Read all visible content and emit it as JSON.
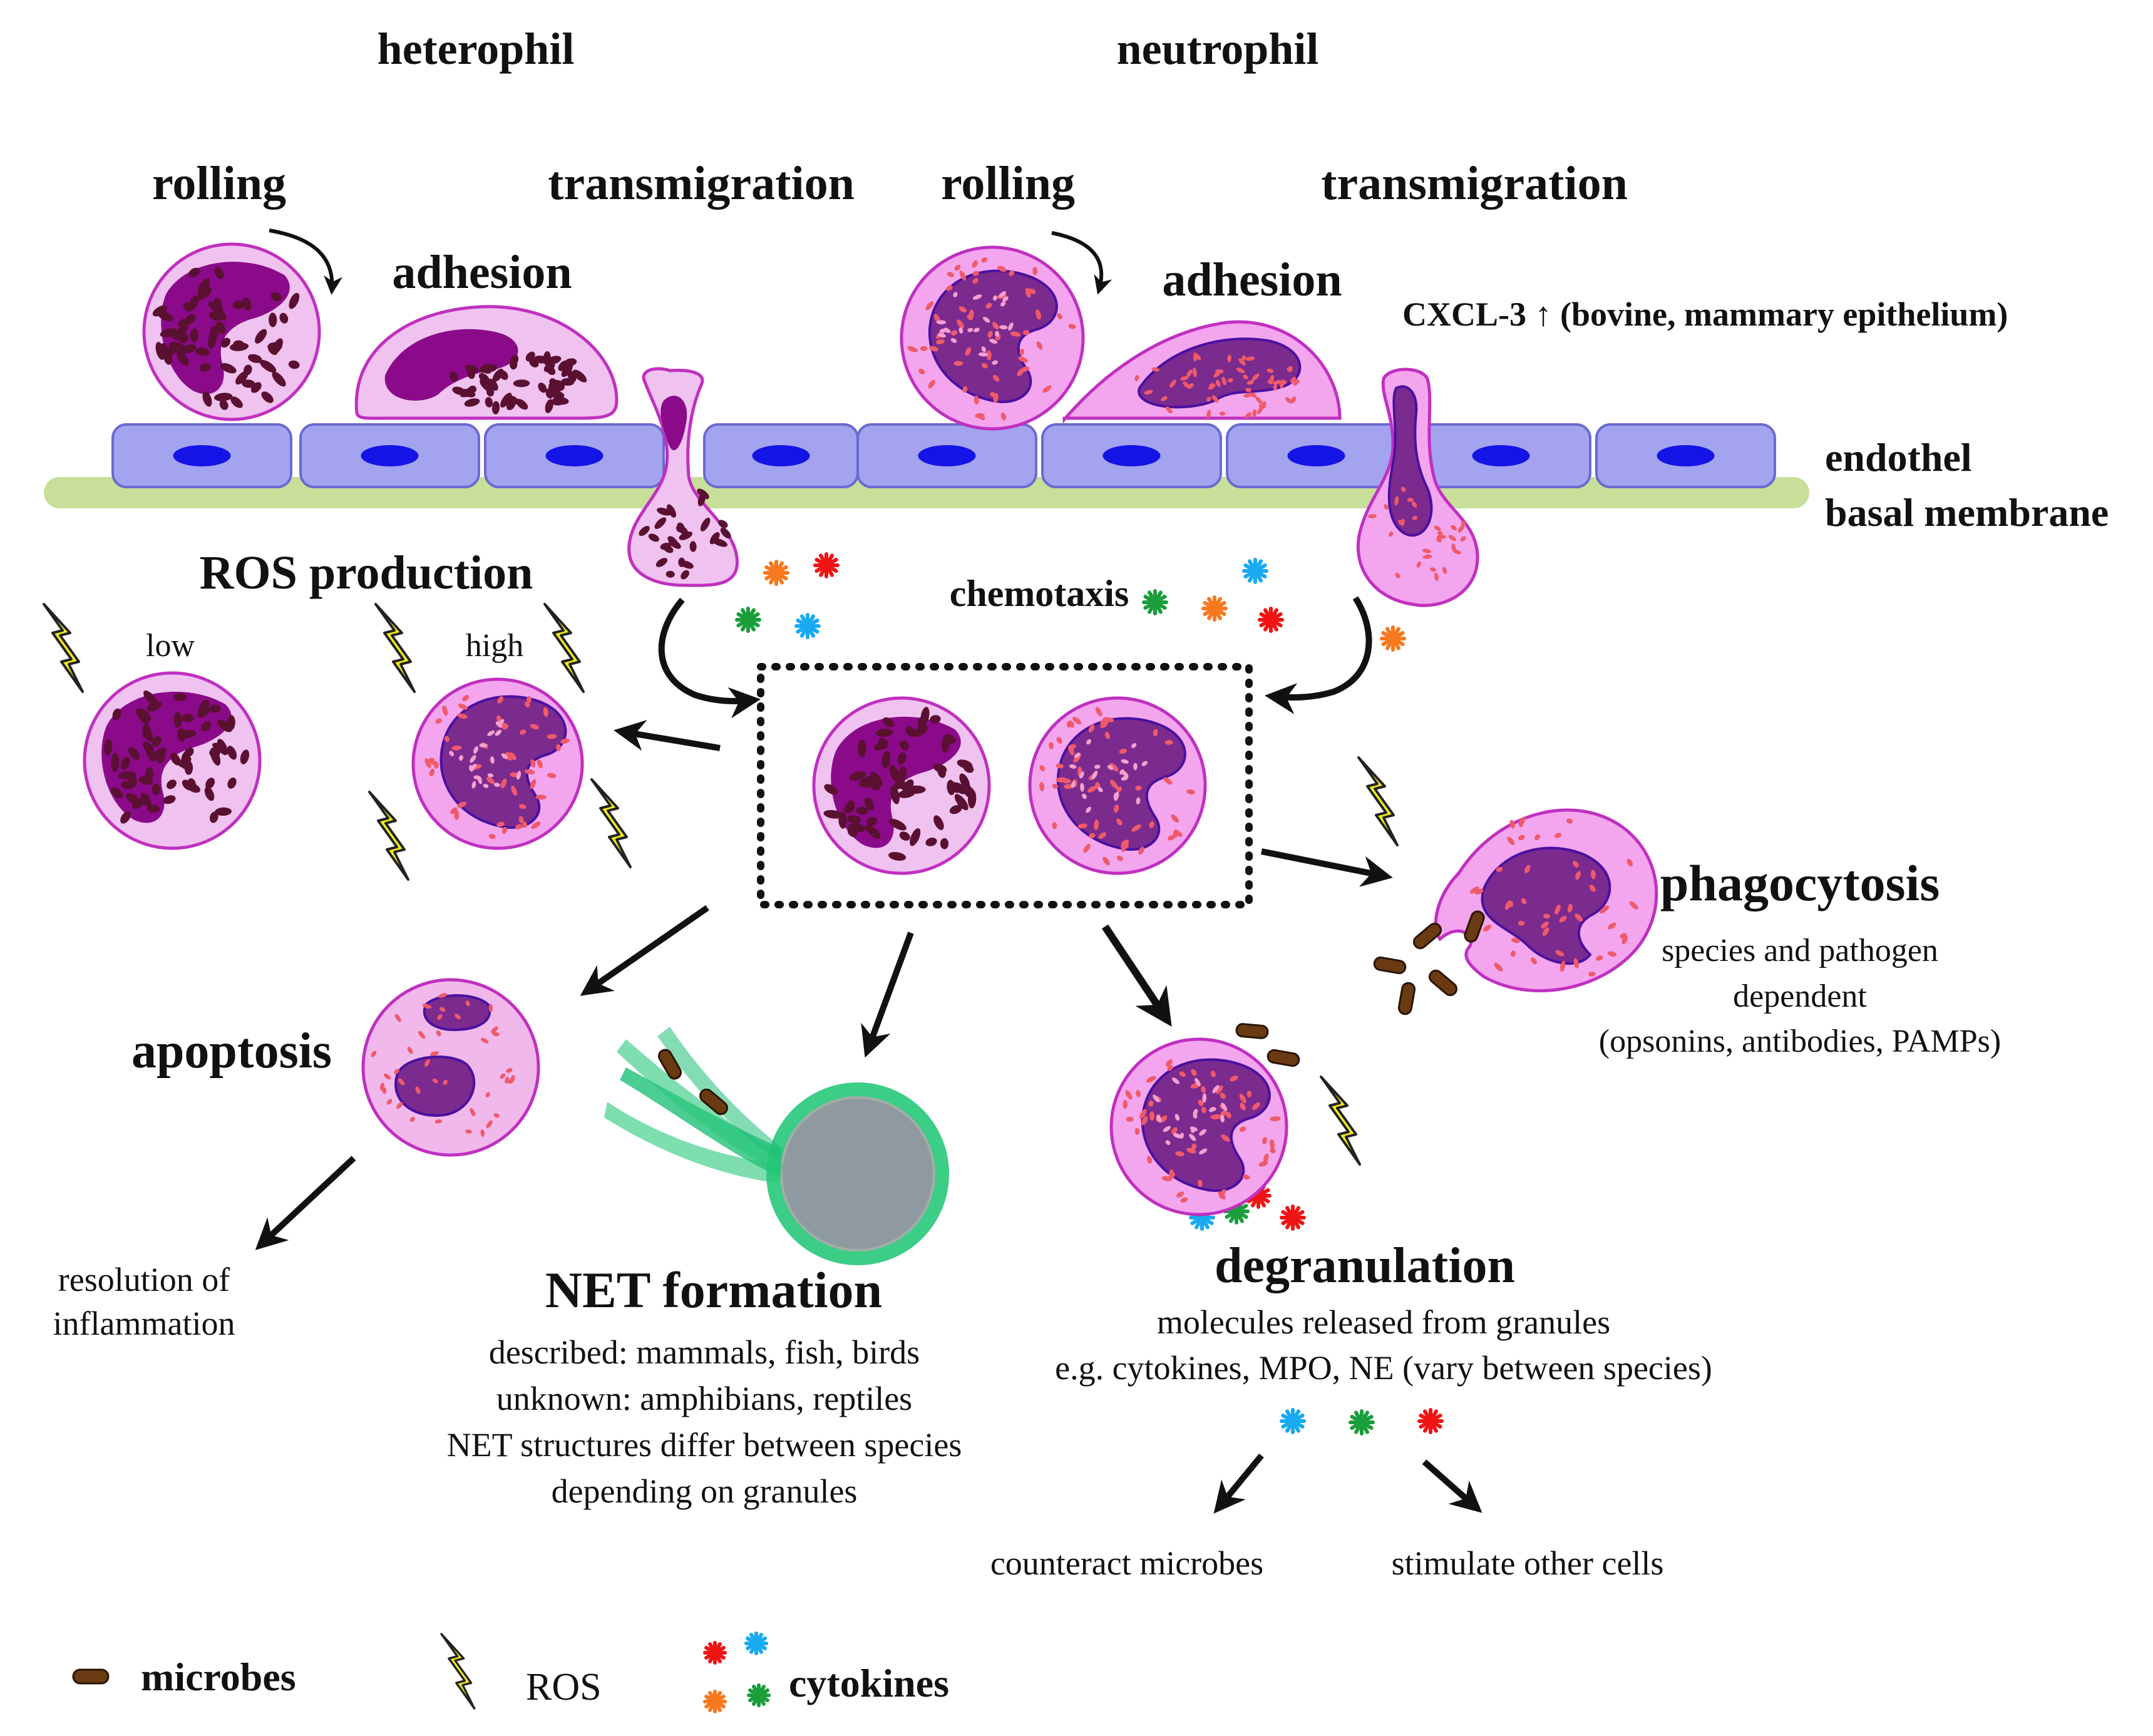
{
  "headings": {
    "heterophil": "heterophil",
    "neutrophil": "neutrophil"
  },
  "steps": {
    "rolling": "rolling",
    "adhesion": "adhesion",
    "transmigration": "transmigration"
  },
  "cxcl_note": "CXCL-3 ↑ (bovine, mammary epithelium)",
  "tissue": {
    "endothel": "endothel",
    "basal_membrane": "basal membrane"
  },
  "ros": {
    "title": "ROS production",
    "low": "low",
    "high": "high"
  },
  "chemotaxis": "chemotaxis",
  "phagocytosis": {
    "title": "phagocytosis",
    "lines": [
      "species and pathogen",
      "dependent",
      "(opsonins, antibodies, PAMPs)"
    ]
  },
  "apoptosis": {
    "title": "apoptosis",
    "resolution_lines": [
      "resolution of",
      "inflammation"
    ]
  },
  "net": {
    "title": "NET formation",
    "lines": [
      "described: mammals, fish, birds",
      "unknown: amphibians, reptiles",
      "NET structures differ between species",
      "depending on granules"
    ]
  },
  "degranulation": {
    "title": "degranulation",
    "lines": [
      "molecules released from granules",
      "e.g. cytokines, MPO, NE (vary between species)"
    ],
    "outcomes": {
      "counteract": "counteract microbes",
      "stimulate": "stimulate other cells"
    }
  },
  "legend": {
    "microbes": "microbes",
    "ros": "ROS",
    "cytokines": "cytokines"
  },
  "colors": {
    "heterophil_body": "#f0c2f0",
    "heterophil_nucleus": "#8a0a8a",
    "heterophil_granule": "#5a1030",
    "neutrophil_body": "#f3a6ee",
    "neutrophil_nucleus": "#7b2a8e",
    "granule_red": "#ef5a6a",
    "endothel_cell": "#a3a3ef",
    "endothel_nucleus": "#1414e6",
    "basal_membrane": "#c8df9a",
    "net_green": "#28c87a",
    "microbe": "#6a3a12",
    "ros_bolt": "#f3ec18",
    "cytokine_red": "#f01414",
    "cytokine_blue": "#18aaf0",
    "cytokine_orange": "#f8781e",
    "cytokine_green": "#1a9e3a"
  }
}
